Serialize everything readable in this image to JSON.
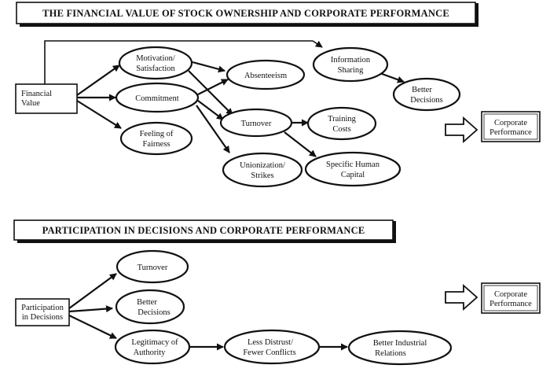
{
  "diagram1": {
    "title": "THE FINANCIAL VALUE OF STOCK OWNERSHIP AND CORPORATE PERFORMANCE",
    "nodes": {
      "financial_value": [
        "Financial",
        "Value"
      ],
      "motivation": [
        "Motivation/",
        "Satisfaction"
      ],
      "commitment": [
        "Commitment"
      ],
      "fairness": [
        "Feeling of",
        "Fairness"
      ],
      "absenteeism": [
        "Absenteeism"
      ],
      "turnover": [
        "Turnover"
      ],
      "unionization": [
        "Unionization/",
        "Strikes"
      ],
      "training": [
        "Training",
        "Costs"
      ],
      "specific_capital": [
        "Specific Human",
        "Capital"
      ],
      "information": [
        "Information",
        "Sharing"
      ],
      "better_decisions": [
        "Better",
        "Decisions"
      ],
      "corporate_performance": [
        "Corporate",
        "Performance"
      ]
    }
  },
  "diagram2": {
    "title": "PARTICIPATION IN DECISIONS AND CORPORATE PERFORMANCE",
    "nodes": {
      "participation": [
        "Participation",
        "in Decisions"
      ],
      "turnover": [
        "Turnover"
      ],
      "better_decisions": [
        "Better",
        "Decisions"
      ],
      "legitimacy": [
        "Legitimacy of",
        "Authority"
      ],
      "less_distrust": [
        "Less Distrust/",
        "Fewer Conflicts"
      ],
      "industrial_relations": [
        "Better Industrial",
        "Relations"
      ],
      "corporate_performance": [
        "Corporate",
        "Performance"
      ]
    }
  }
}
